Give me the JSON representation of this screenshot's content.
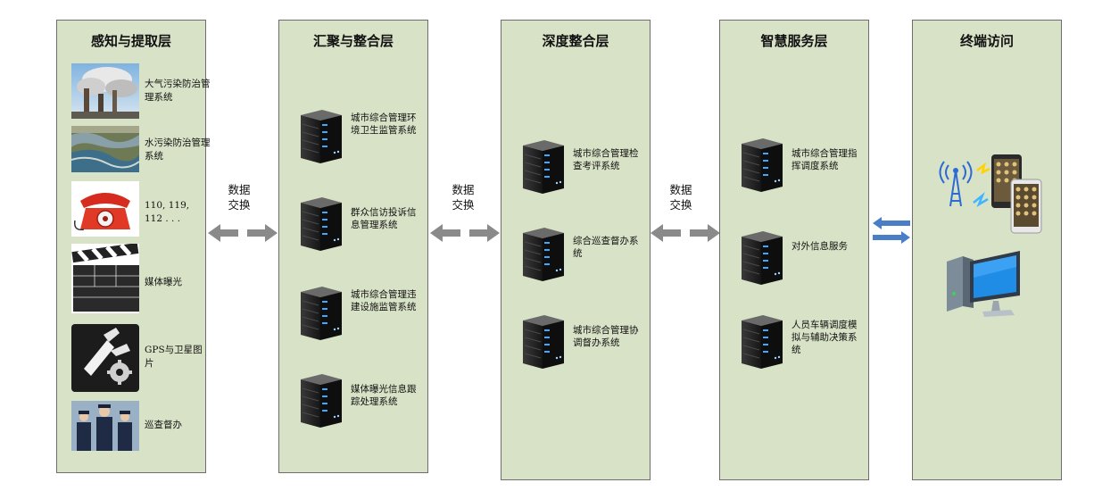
{
  "columns": {
    "perception": {
      "title": "感知与提取层",
      "items": [
        {
          "icon": "air-pollution-photo",
          "label": "大气污染防治管理系统"
        },
        {
          "icon": "water-pollution-photo",
          "label": "水污染防治管理系统"
        },
        {
          "icon": "telephone-icon",
          "label": "110, 119, 112 . . ."
        },
        {
          "icon": "clapperboard-icon",
          "label": "媒体曝光"
        },
        {
          "icon": "satellite-icon",
          "label": "GPS与卫星图片"
        },
        {
          "icon": "patrol-officers-photo",
          "label": "巡查督办"
        }
      ]
    },
    "aggregation": {
      "title": "汇聚与整合层",
      "systems": [
        "城市综合管理环境卫生监管系统",
        "群众信访投诉信息管理系统",
        "城市综合管理违建设施监管系统",
        "媒体曝光信息跟踪处理系统"
      ]
    },
    "deep": {
      "title": "深度整合层",
      "systems": [
        "城市综合管理检查考评系统",
        "综合巡查督办系统",
        "城市综合管理协调督办系统"
      ]
    },
    "smart": {
      "title": "智慧服务层",
      "systems": [
        "城市综合管理指挥调度系统",
        "对外信息服务",
        "人员车辆调度模拟与辅助决策系统"
      ]
    },
    "terminal": {
      "title": "终端访问",
      "devices": [
        {
          "icon": "mobile-phones-icon"
        },
        {
          "icon": "desktop-computer-icon"
        }
      ]
    }
  },
  "exchange": {
    "line1": "数据",
    "line2": "交换"
  },
  "colors": {
    "panel": "#d8e2c6",
    "arrow_gray": "#8a8a8a",
    "arrow_blue": "#4a7fc8"
  }
}
